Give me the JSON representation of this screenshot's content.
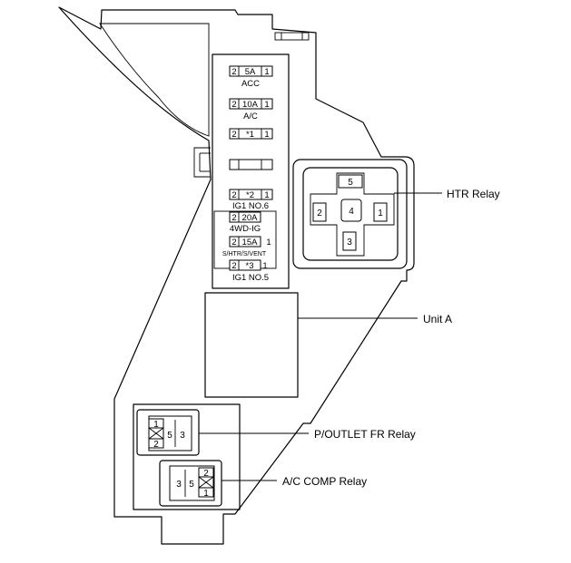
{
  "fuses": {
    "acc": {
      "left": "2",
      "rating": "5A",
      "right": "1",
      "name": "ACC"
    },
    "ac": {
      "left": "2",
      "rating": "10A",
      "right": "1",
      "name": "A/C"
    },
    "star1": {
      "left": "2",
      "rating": "*1",
      "right": "1"
    },
    "ig1_no6": {
      "left": "2",
      "rating": "*2",
      "right": "1",
      "name": "IG1 NO.6"
    },
    "fwd_ig": {
      "left": "2",
      "rating": "20A",
      "name": "4WD-IG"
    },
    "shtr": {
      "left": "2",
      "rating": "15A",
      "name": "S/HTR/S/VENT"
    },
    "group_right_pin": "1",
    "ig1_no5": {
      "left": "2",
      "rating": "*3",
      "right": "1",
      "name": "IG1 NO.5"
    }
  },
  "htr_relay": {
    "pins": {
      "p5": "5",
      "p4": "4",
      "p2": "2",
      "p1": "1",
      "p3": "3"
    }
  },
  "pout_relay": {
    "pins": {
      "p1": "1",
      "p2": "2",
      "p5": "5",
      "p3": "3"
    }
  },
  "ac_comp_relay": {
    "pins": {
      "p3": "3",
      "p5": "5",
      "p2": "2",
      "p1": "1"
    }
  },
  "callouts": {
    "htr_relay": "HTR Relay",
    "unit_a": "Unit A",
    "pout_relay": "P/OUTLET FR Relay",
    "ac_comp_relay": "A/C COMP Relay"
  }
}
